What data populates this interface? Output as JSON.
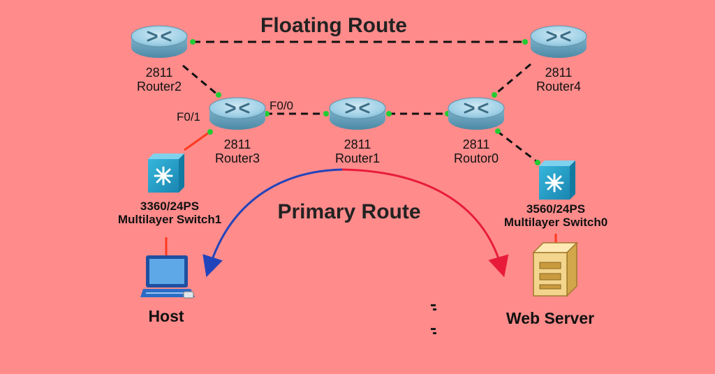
{
  "titles": {
    "floating_route": "Floating Route",
    "primary_route": "Primary Route"
  },
  "routers": [
    {
      "id": "router2",
      "model": "2811",
      "name": "Router2"
    },
    {
      "id": "router4",
      "model": "2811",
      "name": "Router4"
    },
    {
      "id": "router3",
      "model": "2811",
      "name": "Router3"
    },
    {
      "id": "router1",
      "model": "2811",
      "name": "Router1"
    },
    {
      "id": "router0",
      "model": "2811",
      "name": "Routor0"
    }
  ],
  "switches": [
    {
      "id": "switch1",
      "model": "3360/24PS",
      "name": "Multilayer Switch1"
    },
    {
      "id": "switch0",
      "model": "3560/24PS",
      "name": "Multilayer Switch0"
    }
  ],
  "endpoints": {
    "host": "Host",
    "web_server": "Web Server"
  },
  "ports": {
    "router3_f0_1": "F0/1",
    "router3_f0_0": "F0/0"
  },
  "colors": {
    "background": "#ff8b8b",
    "router_body": "#8fc5dc",
    "link_dashed": "#111111",
    "link_copper": "#ff3a1f",
    "port_up": "#22cc33",
    "arrow_blue": "#2244bb",
    "arrow_red": "#e81c3a",
    "switch_body": "#2aa7cf",
    "server_body": "#f3d58d"
  }
}
